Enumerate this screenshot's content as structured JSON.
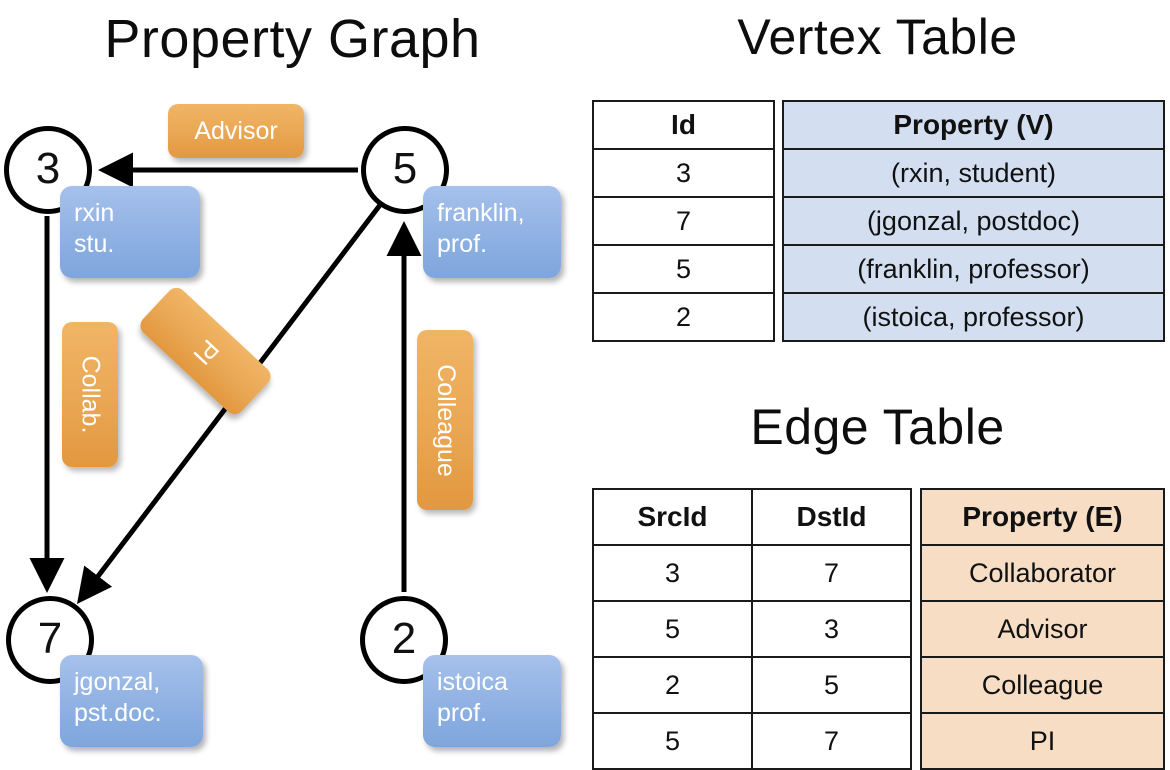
{
  "titles": {
    "property_graph": "Property Graph",
    "vertex_table": "Vertex Table",
    "edge_table": "Edge Table"
  },
  "graph": {
    "nodes": [
      {
        "id": "3",
        "property": "rxin\nstu."
      },
      {
        "id": "5",
        "property": "franklin,\nprof."
      },
      {
        "id": "7",
        "property": "jgonzal,\npst.doc."
      },
      {
        "id": "2",
        "property": "istoica\nprof."
      }
    ],
    "edge_labels": {
      "advisor": "Advisor",
      "collab": "Collab.",
      "pi": "PI",
      "colleague": "Colleague"
    }
  },
  "vertex_table": {
    "headers": [
      "Id",
      "Property (V)"
    ],
    "rows": [
      {
        "id": "3",
        "property": "(rxin, student)"
      },
      {
        "id": "7",
        "property": "(jgonzal, postdoc)"
      },
      {
        "id": "5",
        "property": "(franklin, professor)"
      },
      {
        "id": "2",
        "property": "(istoica, professor)"
      }
    ]
  },
  "edge_table": {
    "headers": [
      "SrcId",
      "DstId",
      "Property (E)"
    ],
    "rows": [
      {
        "src": "3",
        "dst": "7",
        "property": "Collaborator"
      },
      {
        "src": "5",
        "dst": "3",
        "property": "Advisor"
      },
      {
        "src": "2",
        "dst": "5",
        "property": "Colleague"
      },
      {
        "src": "5",
        "dst": "7",
        "property": "PI"
      }
    ]
  },
  "colors": {
    "vertex_property_fill": "#d3dff0",
    "edge_property_fill": "#f6ddc4",
    "node_box_blue": "#93b4e4",
    "edge_label_orange": "#eaa855",
    "stroke": "#000000",
    "background": "#ffffff"
  }
}
